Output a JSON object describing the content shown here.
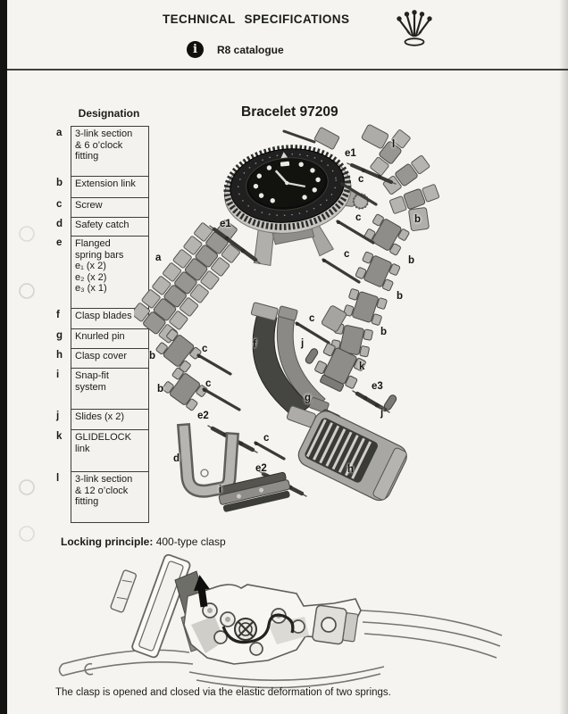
{
  "header": {
    "title": "TECHNICAL SPECIFICATIONS",
    "info_icon_glyph": "i",
    "catalogue_label": "R8 catalogue"
  },
  "bracelet_title": "Bracelet 97209",
  "table": {
    "header": "Designation",
    "rows": [
      {
        "key": "a",
        "lines": [
          "3-link section",
          "& 6 o’clock",
          "fitting"
        ]
      },
      {
        "key": "b",
        "lines": [
          "Extension link"
        ]
      },
      {
        "key": "c",
        "lines": [
          "Screw"
        ]
      },
      {
        "key": "d",
        "lines": [
          "Safety catch"
        ]
      },
      {
        "key": "e",
        "lines": [
          "Flanged",
          "spring bars",
          "e₁ (x 2)",
          "e₂ (x 2)",
          "e₃ (x 1)"
        ]
      },
      {
        "key": "f",
        "lines": [
          "Clasp blades"
        ]
      },
      {
        "key": "g",
        "lines": [
          "Knurled pin"
        ]
      },
      {
        "key": "h",
        "lines": [
          "Clasp cover"
        ]
      },
      {
        "key": "i",
        "lines": [
          "Snap-fit",
          "system"
        ]
      },
      {
        "key": "j",
        "lines": [
          "Slides (x 2)"
        ]
      },
      {
        "key": "k",
        "lines": [
          "GLIDELOCK",
          "link"
        ]
      },
      {
        "key": "l",
        "lines": [
          "3-link section",
          "& 12 o’clock",
          "fitting"
        ]
      }
    ]
  },
  "diagram_labels": [
    "e1",
    "l",
    "c",
    "e1",
    "a",
    "c",
    "b",
    "c",
    "b",
    "b",
    "b",
    "b",
    "c",
    "f",
    "j",
    "c",
    "b",
    "c",
    "g",
    "e2",
    "c",
    "k",
    "e3",
    "j",
    "d",
    "e2",
    "i",
    "h"
  ],
  "locking": {
    "label": "Locking principle:",
    "value": "400-type clasp"
  },
  "caption": "The clasp is opened and closed via the elastic deformation of two springs."
}
